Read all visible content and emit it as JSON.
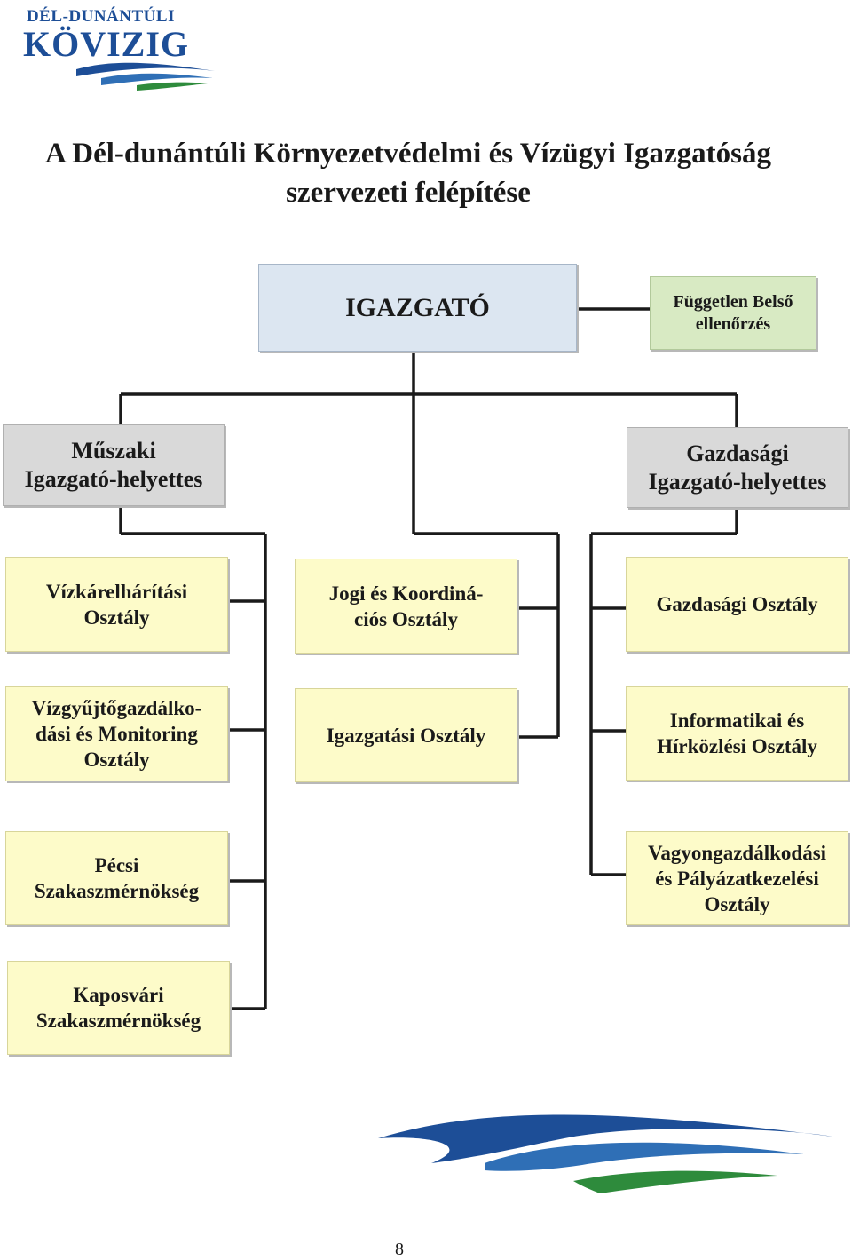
{
  "logo": {
    "line1": "DÉL-DUNÁNTÚLI",
    "line2": "KÖVIZIG",
    "colors": {
      "blue": "#1d4e97",
      "light_blue": "#2f6fb6",
      "green": "#2e8b3c"
    }
  },
  "title": {
    "line1": "A Dél-dunántúli Környezetvédelmi és Vízügyi Igazgatóság",
    "line2": "szervezeti felépítése"
  },
  "org": {
    "director": "IGAZGATÓ",
    "audit": "Független Belső\nellenőrzés",
    "technical_deputy": "Műszaki\nIgazgató-helyettes",
    "economic_deputy": "Gazdasági\nIgazgató-helyettes",
    "left_departments": [
      "Vízkárelhárítási\nOsztály",
      "Vízgyűjtőgazdálko-\ndási és Monitoring\nOsztály",
      "Pécsi\nSzakaszmérnökség",
      "Kaposvári\nSzakaszmérnökség"
    ],
    "center_departments": [
      "Jogi és Koordiná-\nciós Osztály",
      "Igazgatási Osztály"
    ],
    "right_departments": [
      "Gazdasági Osztály",
      "Informatikai és\nHírközlési Osztály",
      "Vagyongazdálkodási\nés Pályázatkezelési\nOsztály"
    ],
    "colors": {
      "director_fill": "#dce6f1",
      "audit_fill": "#d8eac3",
      "deputy_fill": "#d9d9d9",
      "department_fill": "#fdfbc9",
      "connector": "#1a1a1a"
    }
  },
  "page_number": "8"
}
